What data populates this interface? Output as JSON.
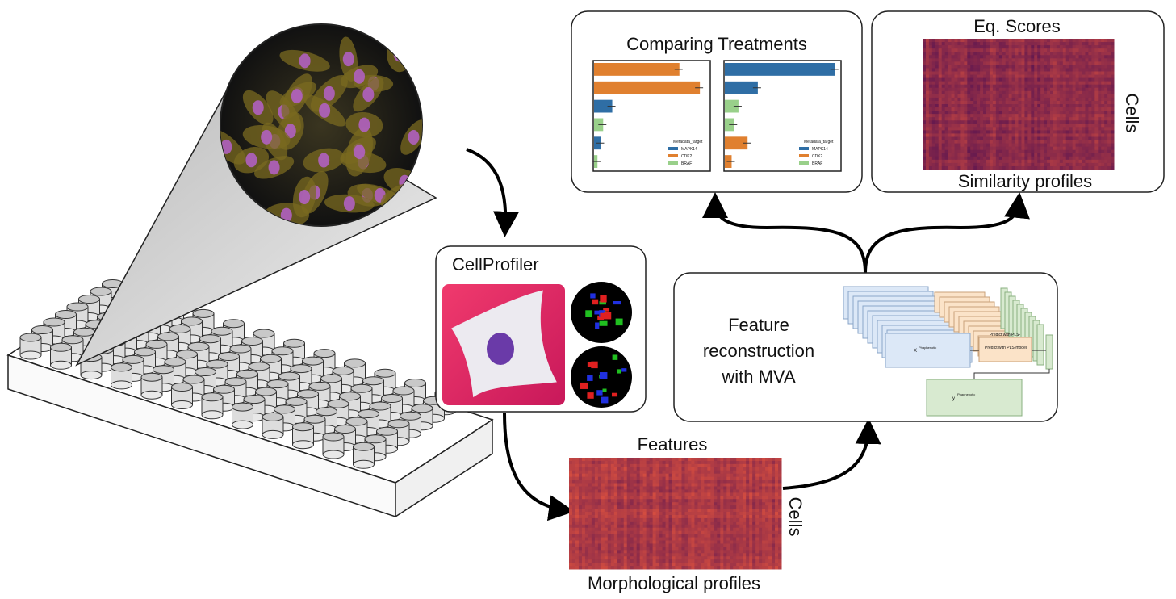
{
  "cellprofiler": {
    "title": "CellProfiler"
  },
  "morphological": {
    "top_label": "Features",
    "side_label": "Cells",
    "bottom_label": "Morphological profiles"
  },
  "mva": {
    "line1": "Feature",
    "line2": "reconstruction",
    "line3": "with MVA",
    "box_predict1": "Predict with PLS-",
    "box_predict2": "Predict with PLS-model",
    "x_label": "X",
    "x_sup": "Phaphenotic",
    "y_label": "y",
    "y_sup": "Phaphenotic"
  },
  "comparing": {
    "title": "Comparing Treatments",
    "legend_title": "Metadata_target",
    "legend_items": [
      "MAPK14",
      "CDK2",
      "BRAF"
    ],
    "colors": {
      "MAPK14": "#2f6ea5",
      "CDK2": "#e0802f",
      "BRAF": "#99d08a"
    },
    "chart1": [
      {
        "t": "CDK2",
        "v": 0.75
      },
      {
        "t": "CDK2",
        "v": 0.93
      },
      {
        "t": "MAPK14",
        "v": 0.16
      },
      {
        "t": "BRAF",
        "v": 0.08
      },
      {
        "t": "MAPK14",
        "v": 0.06
      },
      {
        "t": "BRAF",
        "v": 0.03
      }
    ],
    "chart2": [
      {
        "t": "MAPK14",
        "v": 0.97
      },
      {
        "t": "MAPK14",
        "v": 0.29
      },
      {
        "t": "BRAF",
        "v": 0.12
      },
      {
        "t": "BRAF",
        "v": 0.08
      },
      {
        "t": "CDK2",
        "v": 0.2
      },
      {
        "t": "CDK2",
        "v": 0.06
      }
    ]
  },
  "eq": {
    "title": "Eq. Scores",
    "side_label": "Cells",
    "bottom_label": "Similarity profiles"
  }
}
